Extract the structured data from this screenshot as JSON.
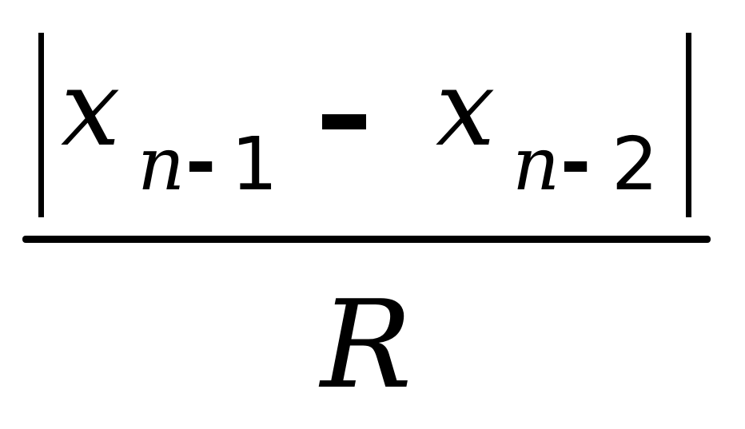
{
  "formula": {
    "numerator": {
      "term1": {
        "variable": "x",
        "subscript_letter": "n",
        "subscript_operator": "-",
        "subscript_number": "1"
      },
      "operator": "-",
      "term2": {
        "variable": "x",
        "subscript_letter": "n",
        "subscript_operator": "-",
        "subscript_number": "2"
      },
      "enclosure": "absolute-value"
    },
    "denominator": "R"
  }
}
